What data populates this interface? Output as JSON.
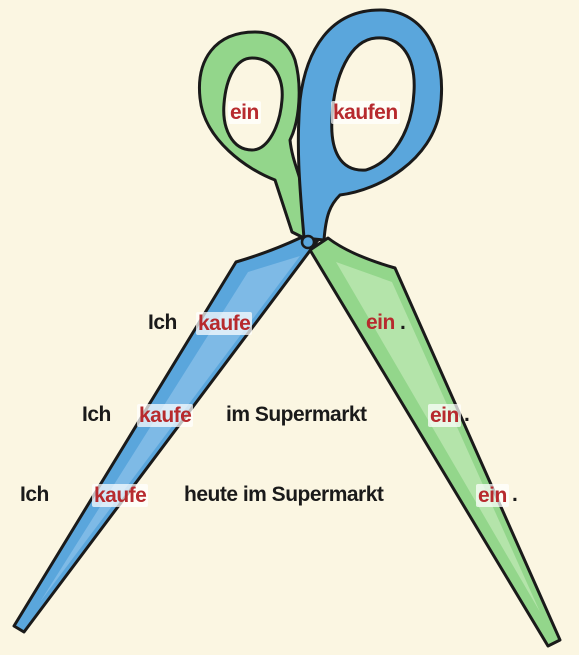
{
  "handles": {
    "left": "ein",
    "right": "kaufen"
  },
  "sentences": [
    {
      "subject": "Ich",
      "verb": "kaufe",
      "middle": "",
      "prefix": "ein",
      "end": "."
    },
    {
      "subject": "Ich",
      "verb": "kaufe",
      "middle": "im Supermarkt",
      "prefix": "ein",
      "end": "."
    },
    {
      "subject": "Ich",
      "verb": "kaufe",
      "middle": "heute im Supermarkt",
      "prefix": "ein",
      "end": "."
    }
  ],
  "colors": {
    "background": "#fbf6e2",
    "blade_blue": "#5aa6dc",
    "blade_green": "#93d68b",
    "outline": "#1a1a1a",
    "text_red": "#b72a2e"
  }
}
